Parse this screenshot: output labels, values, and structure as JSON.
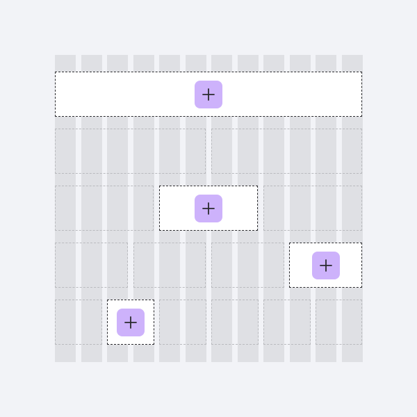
{
  "icons": {
    "add": "plus-icon"
  },
  "colors": {
    "background": "#f2f3f7",
    "column_guide": "#dfe0e4",
    "slot_border": "#b9babe",
    "active_slot_border": "#2a2a2e",
    "active_slot_fill": "#ffffff",
    "add_button": "#cdb2fb",
    "plus_glyph": "#2a2a2e"
  },
  "grid": {
    "columns": 12,
    "rows": [
      {
        "slots": [
          {
            "span": 12,
            "active": true
          }
        ]
      },
      {
        "slots": [
          {
            "span": 6,
            "active": false
          },
          {
            "span": 6,
            "active": false
          }
        ]
      },
      {
        "slots": [
          {
            "span": 4,
            "active": false
          },
          {
            "span": 4,
            "active": true
          },
          {
            "span": 4,
            "active": false
          }
        ]
      },
      {
        "slots": [
          {
            "span": 3,
            "active": false
          },
          {
            "span": 3,
            "active": false
          },
          {
            "span": 3,
            "active": false
          },
          {
            "span": 3,
            "active": true
          }
        ]
      },
      {
        "slots": [
          {
            "span": 2,
            "active": false
          },
          {
            "span": 2,
            "active": true
          },
          {
            "span": 2,
            "active": false
          },
          {
            "span": 2,
            "active": false
          },
          {
            "span": 2,
            "active": false
          },
          {
            "span": 2,
            "active": false
          }
        ]
      }
    ]
  }
}
